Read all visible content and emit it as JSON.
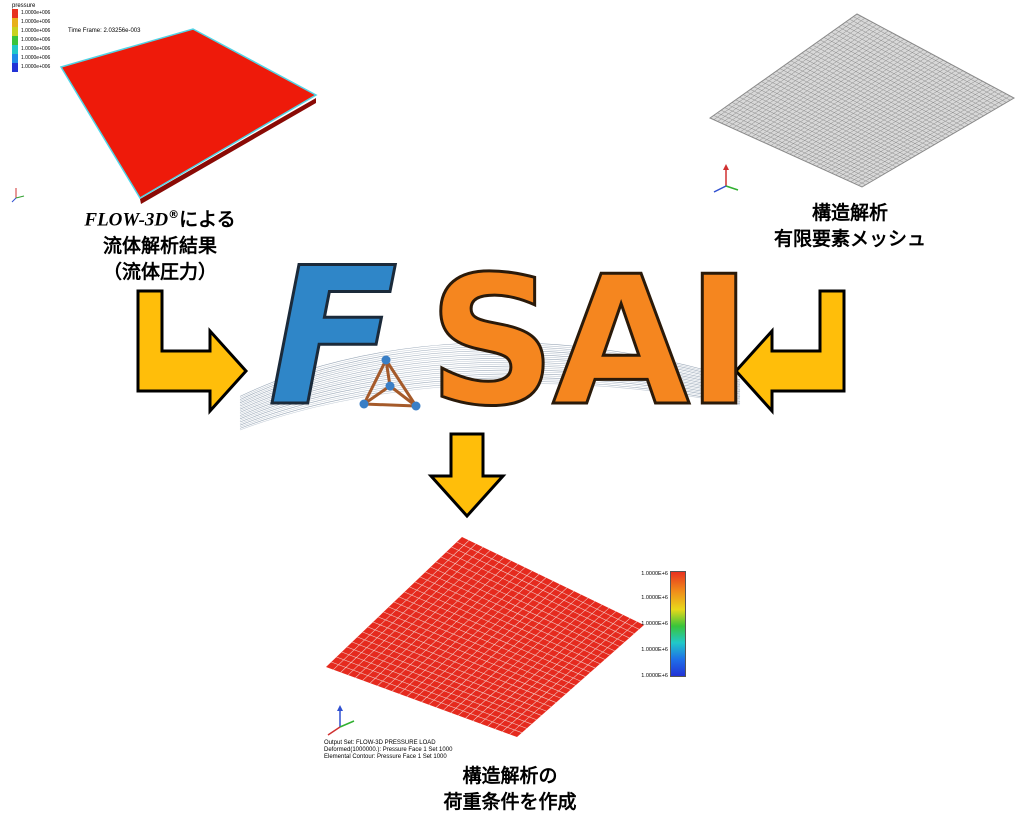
{
  "top_left": {
    "legend_title": "pressure",
    "legend_values": [
      "1.0000e+006",
      "1.0000e+006",
      "1.0000e+006",
      "1.0000e+006",
      "1.0000e+006",
      "1.0000e+006",
      "1.0000e+006"
    ],
    "legend_colors": [
      "#e8321f",
      "#e8b01a",
      "#c8d21e",
      "#39c43a",
      "#21c8c8",
      "#1f8be8",
      "#2233d6"
    ],
    "time_frame": "Time Frame: 2.03256e-003",
    "caption_line1_brand": "FLOW-3D",
    "caption_line1_reg": "®",
    "caption_line1_rest": "による",
    "caption_line2": "流体解析結果",
    "caption_line3": "（流体圧力）",
    "plate_color": "#ee1a0a",
    "edge_color": "#52d4e6"
  },
  "top_right": {
    "caption_line1": "構造解析",
    "caption_line2": "有限要素メッシュ",
    "mesh_fill": "#d8d8d8",
    "mesh_line": "#8a8a8a"
  },
  "logo": {
    "letter_f": "F",
    "letters_sai": "SAI",
    "blue": "#2f86c8",
    "orange": "#f5861f",
    "node_blue": "#3a7fc6",
    "truss_brown": "#a55a2a"
  },
  "arrows": {
    "fill": "#ffbe0a",
    "stroke": "#000000"
  },
  "bottom": {
    "colorbar_labels": [
      "1.0000E+6",
      "1.0000E+6",
      "1.0000E+6",
      "1.0000E+6",
      "1.0000E+6"
    ],
    "output_line1": "Output Set: FLOW-3D PRESSURE LOAD",
    "output_line2": "Deformed(1000000.): Pressure Face 1 Set 1000",
    "output_line3": "Elemental Contour: Pressure Face 1 Set 1000",
    "caption_line1": "構造解析の",
    "caption_line2": "荷重条件を作成",
    "plate_color": "#e52a1e",
    "grid_color": "#f3c9c5"
  }
}
